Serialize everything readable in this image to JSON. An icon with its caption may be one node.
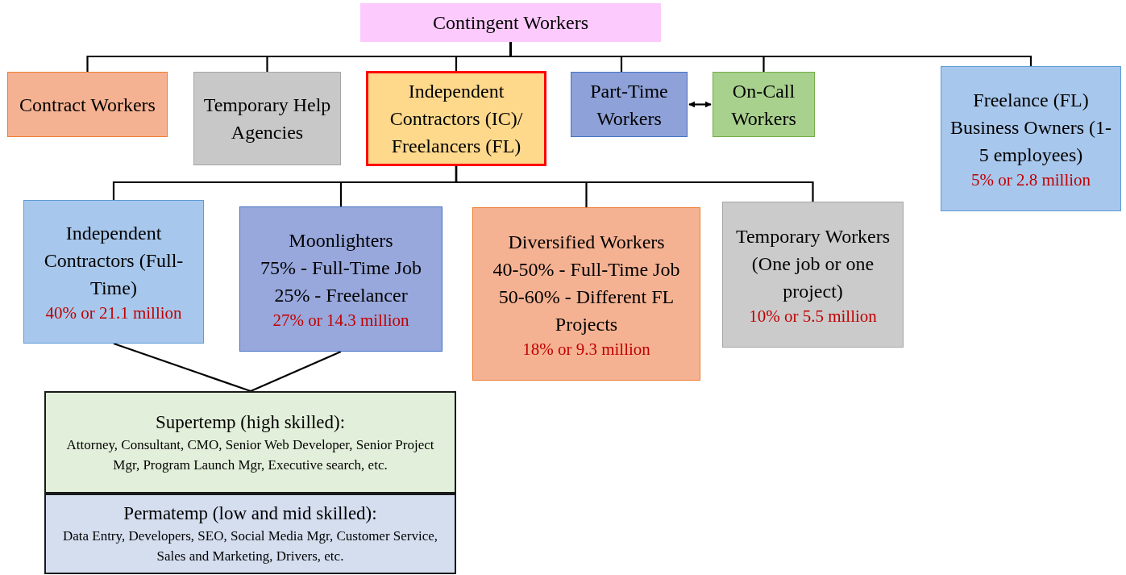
{
  "diagram": {
    "nodes": [
      {
        "text": [
          "Contingent Workers"
        ]
      },
      {
        "text": [
          "Contract Workers"
        ]
      },
      {
        "text": [
          "Temporary Help Agencies"
        ]
      },
      {
        "text": [
          "Independent Contractors (IC)/ Freelancers (FL)"
        ]
      },
      {
        "text": [
          "Part-Time Workers"
        ]
      },
      {
        "text": [
          "On-Call Workers"
        ]
      },
      {
        "text": [
          "Freelance (FL) Business Owners (1-5 employees)",
          "5% or 2.8 million"
        ]
      },
      {
        "text": [
          "Independent Contractors (Full-Time)",
          "40% or 21.1 million"
        ]
      },
      {
        "text": [
          "Moonlighters",
          "75% - Full-Time Job",
          "25% - Freelancer",
          "27% or 14.3 million"
        ]
      },
      {
        "text": [
          "Diversified Workers",
          "40-50% - Full-Time Job",
          "50-60% - Different FL Projects",
          "18% or 9.3 million"
        ]
      },
      {
        "text": [
          "Temporary Workers (One job or one project)",
          "10% or 5.5 million"
        ]
      },
      {
        "text": [
          "Supertemp (high skilled):",
          "Attorney, Consultant, CMO, Senior Web Developer, Senior Project Mgr, Program Launch Mgr, Executive search, etc."
        ]
      },
      {
        "text": [
          "Permatemp (low and mid skilled):",
          "Data Entry, Developers, SEO, Social Media Mgr, Customer Service, Sales and Marketing, Drivers, etc."
        ]
      }
    ],
    "edges": [
      {
        "from": 0,
        "to": 1,
        "arrow": "none"
      },
      {
        "from": 0,
        "to": 2,
        "arrow": "none"
      },
      {
        "from": 0,
        "to": 3,
        "arrow": "none"
      },
      {
        "from": 0,
        "to": 4,
        "arrow": "none"
      },
      {
        "from": 0,
        "to": 5,
        "arrow": "none"
      },
      {
        "from": 0,
        "to": 6,
        "arrow": "none"
      },
      {
        "from": 4,
        "to": 5,
        "arrow": "both"
      },
      {
        "from": 3,
        "to": 7,
        "arrow": "none"
      },
      {
        "from": 3,
        "to": 8,
        "arrow": "none"
      },
      {
        "from": 3,
        "to": 9,
        "arrow": "none"
      },
      {
        "from": 3,
        "to": 10,
        "arrow": "none"
      },
      {
        "from": 7,
        "to": 11,
        "arrow": "none"
      },
      {
        "from": 8,
        "to": 11,
        "arrow": "none"
      }
    ]
  }
}
